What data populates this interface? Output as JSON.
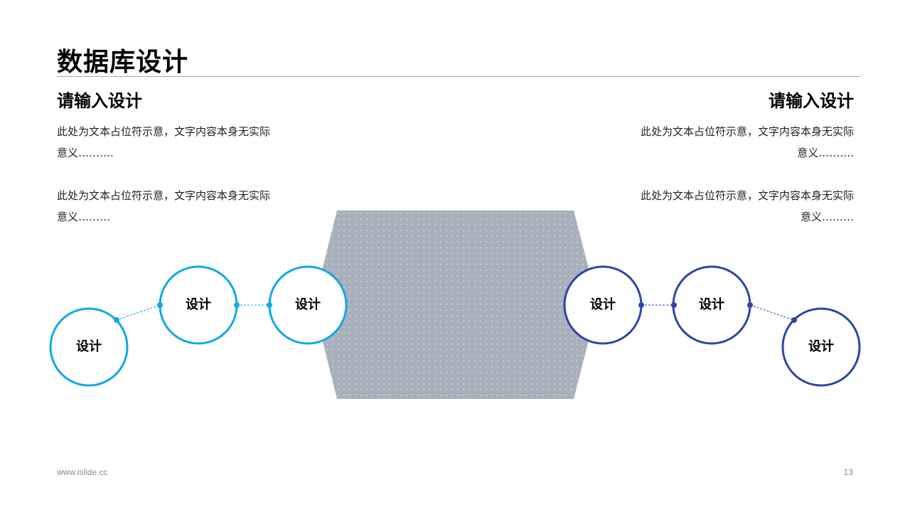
{
  "header": {
    "title": "数据库设计"
  },
  "left_block": {
    "heading": "请输入设计",
    "paragraphs": [
      [
        "此处为文本占位符示意，文字内容本身无实际",
        "意义………."
      ],
      [
        "此处为文本占位符示意，文字内容本身无实际",
        "意义………"
      ]
    ]
  },
  "right_block": {
    "heading": "请输入设计",
    "paragraphs": [
      [
        "此处为文本占位符示意，文字内容本身无实际",
        "意义………."
      ],
      [
        "此处为文本占位符示意，文字内容本身无实际",
        "意义………"
      ]
    ]
  },
  "diagram": {
    "center_shape": "hexagon-dotted",
    "left_nodes": [
      {
        "label": "设计"
      },
      {
        "label": "设计"
      },
      {
        "label": "设计"
      }
    ],
    "right_nodes": [
      {
        "label": "设计"
      },
      {
        "label": "设计"
      },
      {
        "label": "设计"
      }
    ],
    "colors": {
      "left_accent": "#0FA9E6",
      "right_accent": "#2E45A8",
      "hexagon_fill": "#A8B0BC",
      "hexagon_dot": "#D8DDE4"
    }
  },
  "footer": {
    "url": "www.islide.cc",
    "page_number": "13"
  }
}
